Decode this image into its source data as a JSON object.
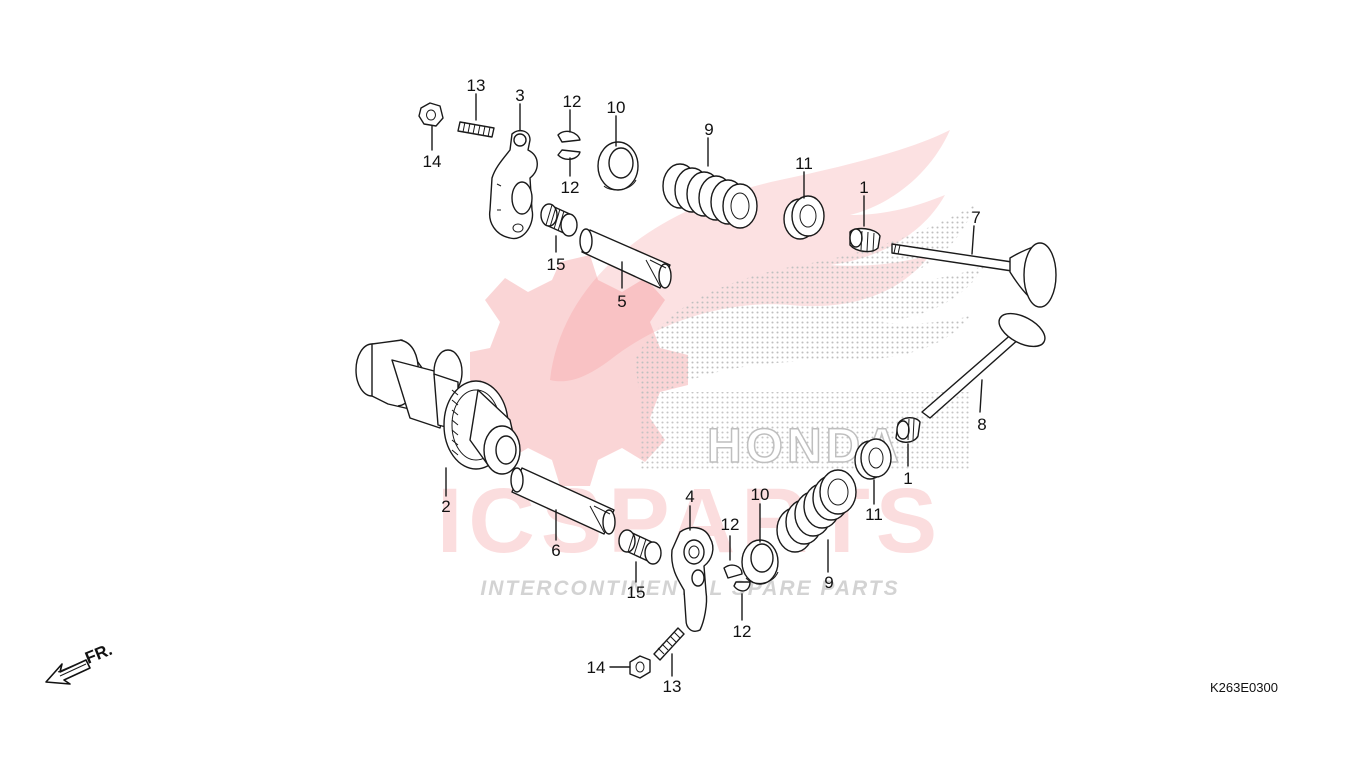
{
  "diagram": {
    "code": "K263E0300",
    "front_label": "FR.",
    "callouts": [
      {
        "id": "c-13-top",
        "text": "13"
      },
      {
        "id": "c-3",
        "text": "3"
      },
      {
        "id": "c-12-a",
        "text": "12"
      },
      {
        "id": "c-10-top",
        "text": "10"
      },
      {
        "id": "c-9-top",
        "text": "9"
      },
      {
        "id": "c-11-top",
        "text": "11"
      },
      {
        "id": "c-1-top",
        "text": "1"
      },
      {
        "id": "c-7",
        "text": "7"
      },
      {
        "id": "c-14-top",
        "text": "14"
      },
      {
        "id": "c-12-b",
        "text": "12"
      },
      {
        "id": "c-15-top",
        "text": "15"
      },
      {
        "id": "c-5",
        "text": "5"
      },
      {
        "id": "c-8",
        "text": "8"
      },
      {
        "id": "c-1-bottom",
        "text": "1"
      },
      {
        "id": "c-11-bottom",
        "text": "11"
      },
      {
        "id": "c-2",
        "text": "2"
      },
      {
        "id": "c-4",
        "text": "4"
      },
      {
        "id": "c-10-bottom",
        "text": "10"
      },
      {
        "id": "c-12-c",
        "text": "12"
      },
      {
        "id": "c-6",
        "text": "6"
      },
      {
        "id": "c-15-bottom",
        "text": "15"
      },
      {
        "id": "c-9-bottom",
        "text": "9"
      },
      {
        "id": "c-12-d",
        "text": "12"
      },
      {
        "id": "c-14-bottom",
        "text": "14"
      },
      {
        "id": "c-13-bottom",
        "text": "13"
      }
    ]
  },
  "watermark": {
    "brand": "HONDA",
    "logo": "ICSPARTS",
    "tagline": "INTERCONTINENTAL SPARE PARTS",
    "colors": {
      "red": "#e8262b",
      "gray": "#9a9a9a",
      "dots": "#8c8c8c"
    }
  }
}
